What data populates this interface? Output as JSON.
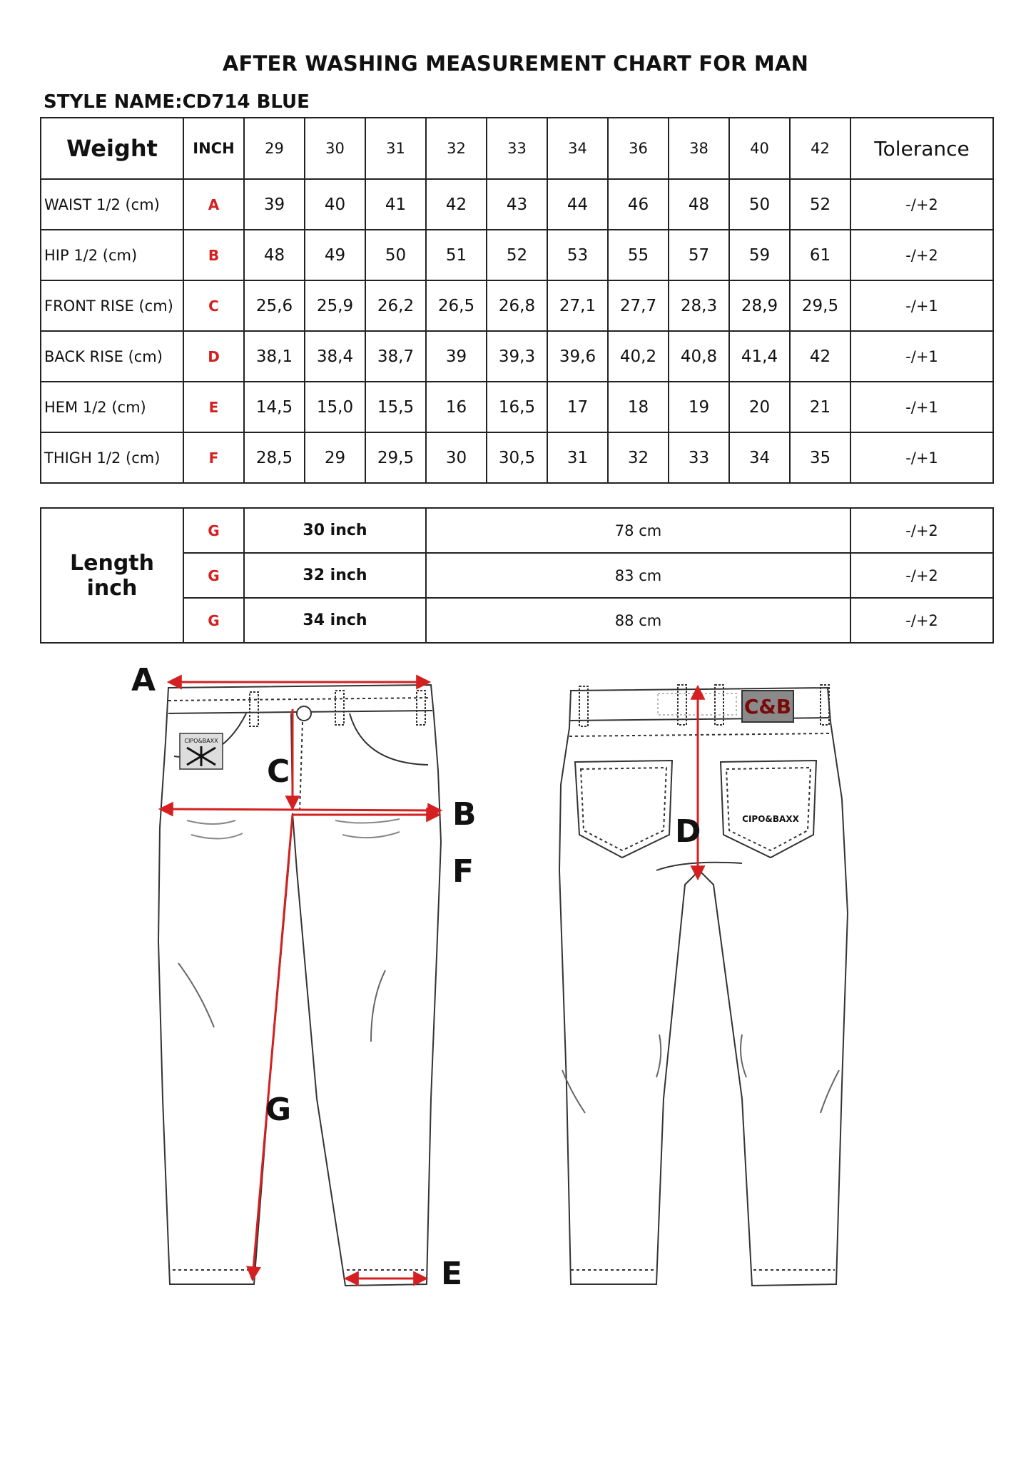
{
  "title": "AFTER WASHING MEASUREMENT CHART FOR MAN",
  "style_name": "STYLE NAME:CD714 BLUE",
  "size_table": {
    "header": {
      "weight": "Weight",
      "inch": "INCH",
      "sizes": [
        "29",
        "30",
        "31",
        "32",
        "33",
        "34",
        "36",
        "38",
        "40",
        "42"
      ],
      "tolerance": "Tolerance"
    },
    "rows": [
      {
        "label": "WAIST 1/2 (cm)",
        "code": "A",
        "values": [
          "39",
          "40",
          "41",
          "42",
          "43",
          "44",
          "46",
          "48",
          "50",
          "52"
        ],
        "tolerance": "-/+2"
      },
      {
        "label": "HIP 1/2 (cm)",
        "code": "B",
        "values": [
          "48",
          "49",
          "50",
          "51",
          "52",
          "53",
          "55",
          "57",
          "59",
          "61"
        ],
        "tolerance": "-/+2"
      },
      {
        "label": "FRONT RISE (cm)",
        "code": "C",
        "values": [
          "25,6",
          "25,9",
          "26,2",
          "26,5",
          "26,8",
          "27,1",
          "27,7",
          "28,3",
          "28,9",
          "29,5"
        ],
        "tolerance": "-/+1"
      },
      {
        "label": "BACK RISE (cm)",
        "code": "D",
        "values": [
          "38,1",
          "38,4",
          "38,7",
          "39",
          "39,3",
          "39,6",
          "40,2",
          "40,8",
          "41,4",
          "42"
        ],
        "tolerance": "-/+1"
      },
      {
        "label": "HEM 1/2  (cm)",
        "code": "E",
        "values": [
          "14,5",
          "15,0",
          "15,5",
          "16",
          "16,5",
          "17",
          "18",
          "19",
          "20",
          "21"
        ],
        "tolerance": "-/+1"
      },
      {
        "label": "THIGH 1/2 (cm)",
        "code": "F",
        "values": [
          "28,5",
          "29",
          "29,5",
          "30",
          "30,5",
          "31",
          "32",
          "33",
          "34",
          "35"
        ],
        "tolerance": "-/+1"
      }
    ]
  },
  "length_table": {
    "label": "Length inch",
    "rows": [
      {
        "code": "G",
        "inch": "30 inch",
        "cm": "78 cm",
        "tolerance": "-/+2"
      },
      {
        "code": "G",
        "inch": "32 inch",
        "cm": "83 cm",
        "tolerance": "-/+2"
      },
      {
        "code": "G",
        "inch": "34 inch",
        "cm": "88 cm",
        "tolerance": "-/+2"
      }
    ]
  },
  "sketch": {
    "labels": {
      "a": "A",
      "b": "B",
      "c": "C",
      "d": "D",
      "e": "E",
      "f": "F",
      "g": "G"
    },
    "front_patch_text": "CIPO&BAXX",
    "back_pocket_text": "CIPO&BAXX",
    "back_badge_text": "C&B",
    "measure_color": "#d42020"
  }
}
